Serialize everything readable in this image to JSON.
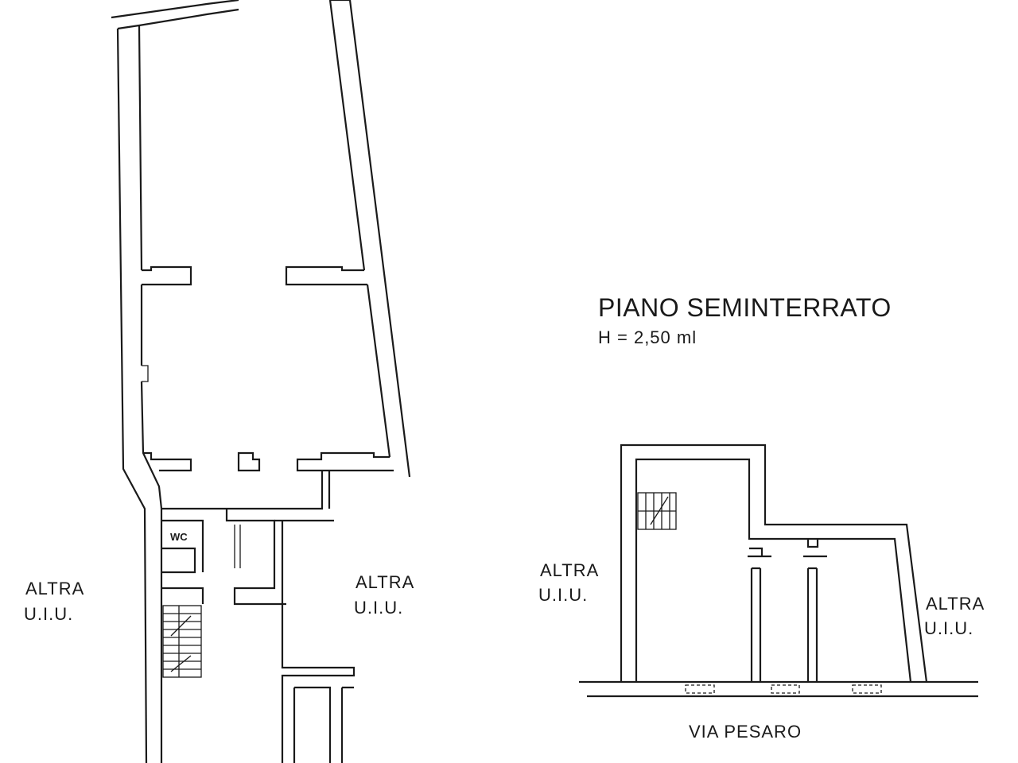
{
  "title": "PIANO SEMINTERRATO",
  "subtitle": "H = 2,50 ml",
  "labels": {
    "left_altra": "ALTRA",
    "left_uiu": "U.I.U.",
    "center_altra": "ALTRA",
    "center_uiu": "U.I.U.",
    "right_small_altra": "ALTRA",
    "right_small_uiu": "U.I.U.",
    "far_right_altra": "ALTRA",
    "far_right_uiu": "U.I.U.",
    "wc": "WC",
    "street": "VIA PESARO"
  }
}
